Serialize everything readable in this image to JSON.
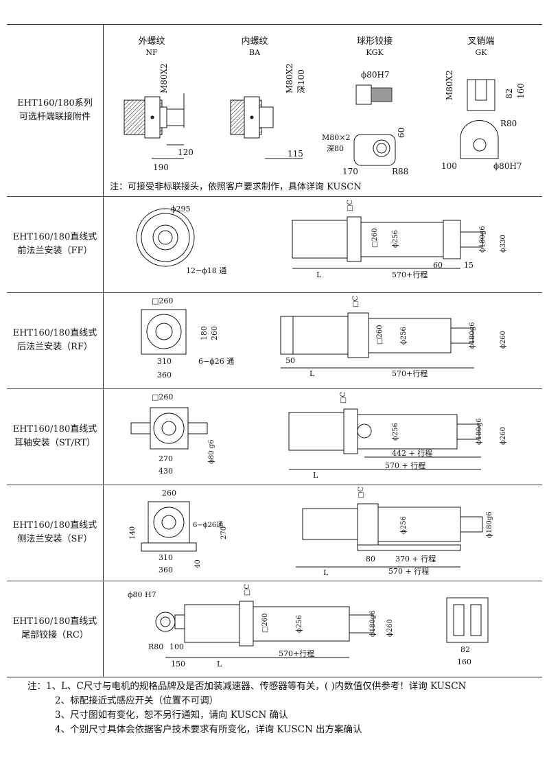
{
  "rows": [
    {
      "label": [
        "EHT160/180系列",
        "可选杆端联接附件"
      ]
    },
    {
      "label": [
        "EHT160/180直线式",
        "前法兰安装（FF）"
      ]
    },
    {
      "label": [
        "EHT160/180直线式",
        "后法兰安装（RF）"
      ]
    },
    {
      "label": [
        "EHT160/180直线式",
        "耳轴安装（ST/RT）"
      ]
    },
    {
      "label": [
        "EHT160/180直线式",
        "侧法兰安装（SF）"
      ]
    },
    {
      "label": [
        "EHT160/180直线式",
        "尾部铰接（RC）"
      ]
    }
  ],
  "accessories": {
    "nf": {
      "title": "外螺纹",
      "code": "NF",
      "thread": "M80X2",
      "d1": "120",
      "d2": "190"
    },
    "ba": {
      "title": "内螺纹",
      "code": "BA",
      "thread": "M80X2",
      "depth": "深100",
      "d1": "115"
    },
    "kgk": {
      "title": "球形铰接",
      "code": "KGK",
      "bore": "ϕ80H7",
      "thread": "M80×2",
      "depth": "深80",
      "h": "60",
      "d1": "170",
      "r": "R88"
    },
    "gk": {
      "title": "叉销端",
      "code": "GK",
      "thread": "M80X2",
      "w1": "82",
      "w2": "160",
      "r": "R80",
      "d1": "100",
      "bore": "ϕ80H7"
    },
    "note": "注：可接受非标联接头，依照客户要求制作，具体详询 KUSCN"
  },
  "ff": {
    "flange": "ϕ295",
    "holes": "12−ϕ18 通",
    "sq": "□C",
    "d260": "□260",
    "d256": "ϕ256",
    "rod": "ϕ180g6",
    "od": "ϕ330",
    "L": "L",
    "stroke": "570+行程",
    "a": "60",
    "b": "15"
  },
  "rf": {
    "sq": "□260",
    "h1": "180",
    "h2": "260",
    "w1": "310",
    "w2": "360",
    "holes": "6−ϕ26 通",
    "c": "□C",
    "d260": "□260",
    "d256": "ϕ256",
    "rod": "ϕ180g6",
    "od": "ϕ260",
    "a": "50",
    "L": "L",
    "stroke": "570+行程"
  },
  "st": {
    "sq": "□260",
    "w1": "270",
    "w2": "430",
    "pin": "ϕ80 g6",
    "c": "□C",
    "d256": "ϕ256",
    "rod": "ϕ180g6",
    "od": "ϕ260",
    "s1": "442 + 行程",
    "L": "L",
    "stroke": "570 + 行程"
  },
  "sf": {
    "w": "260",
    "holes": "6−ϕ26通",
    "h1": "140",
    "h2": "270",
    "w1": "310",
    "w2": "360",
    "t": "40",
    "c": "□C",
    "d256": "ϕ256",
    "rod": "ϕ180g6",
    "a": "80",
    "s1": "370 + 行程",
    "L": "L",
    "stroke": "570 + 行程"
  },
  "rc": {
    "bore": "ϕ80 H7",
    "c": "□C",
    "d260": "□260",
    "d256": "ϕ256",
    "rod": "ϕ180g6",
    "od": "ϕ260",
    "r": "R80",
    "a": "100",
    "b": "150",
    "L": "L",
    "stroke": "570+行程",
    "w1": "82",
    "w2": "160"
  },
  "footer": [
    "注：1、L、C尺寸与电机的规格品牌及是否加装减速器、传感器等有关，( )内数值仅供参考！详询 KUSCN",
    "2、标配接近式感应开关（位置不可调）",
    "3、尺寸图如有变化，恕不另行通知，请向 KUSCN 确认",
    "4、个别尺寸具体会依据客户技术要求有所变化，详询 KUSCN 出方案确认"
  ]
}
